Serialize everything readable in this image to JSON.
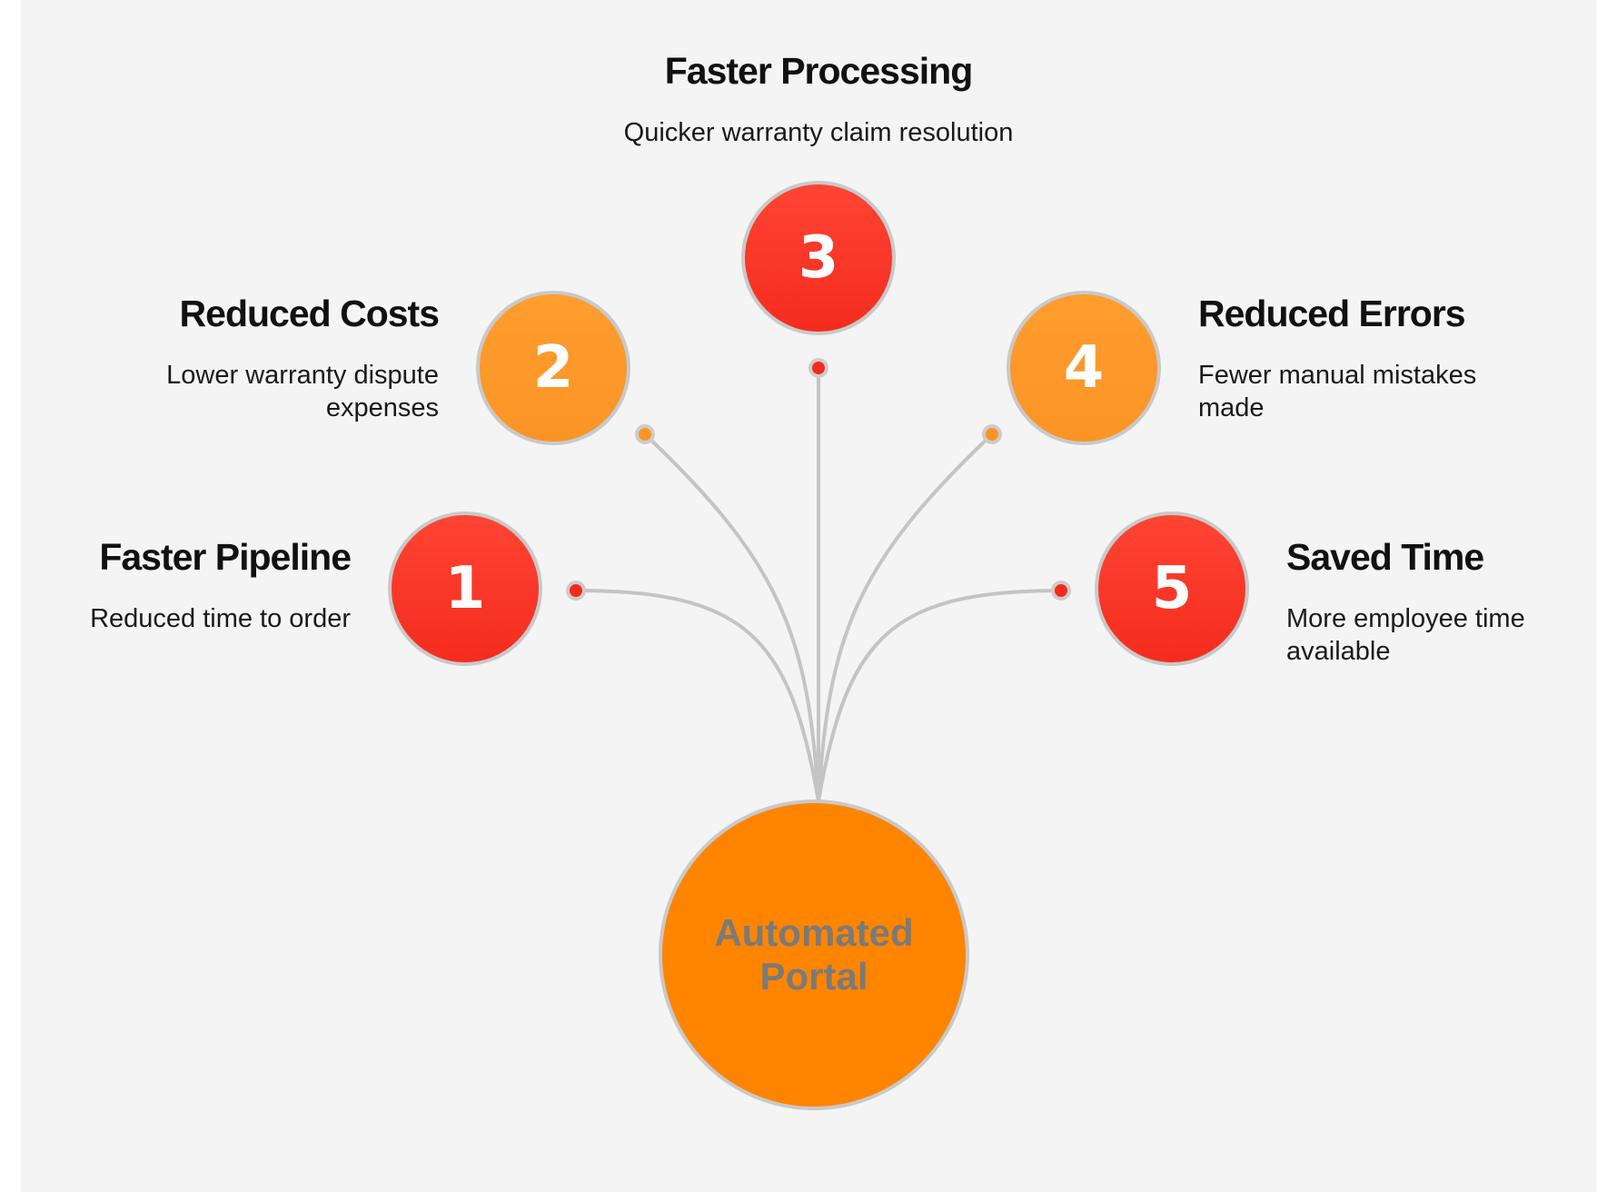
{
  "hub": {
    "line1": "Automated",
    "line2": "Portal"
  },
  "items": [
    {
      "number": "1",
      "title": "Faster Pipeline",
      "desc": "Reduced time to order",
      "color": "#f42c1e"
    },
    {
      "number": "2",
      "title": "Reduced Costs",
      "desc": "Lower warranty dispute expenses",
      "color": "#fb9426"
    },
    {
      "number": "3",
      "title": "Faster Processing",
      "desc": "Quicker warranty claim resolution",
      "color": "#f42c1e"
    },
    {
      "number": "4",
      "title": "Reduced Errors",
      "desc": "Fewer manual mistakes made",
      "color": "#fb9426"
    },
    {
      "number": "5",
      "title": "Saved Time",
      "desc": "More employee time available",
      "color": "#f42c1e"
    }
  ],
  "colors": {
    "background": "#f4f4f4",
    "hub": "#ff8400",
    "connector": "#c4c4c4"
  }
}
